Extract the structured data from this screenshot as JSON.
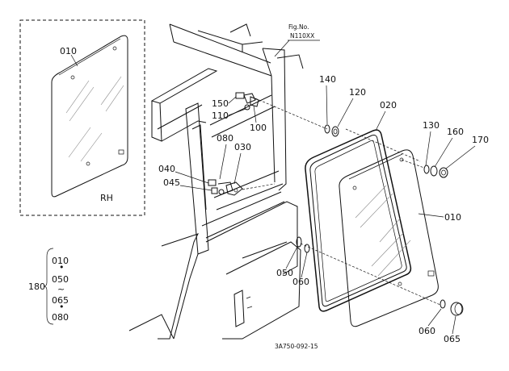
{
  "figure": {
    "fig_no_label": "Fig.No.",
    "fig_no": "N110XX",
    "drawing_code": "3A750-092-15",
    "inset_side_label": "RH",
    "inset_part": "010"
  },
  "callouts": {
    "p010_main": "010",
    "p020": "020",
    "p030": "030",
    "p040": "040",
    "p045": "045",
    "p050": "050",
    "p060_a": "060",
    "p060_b": "060",
    "p065": "065",
    "p080": "080",
    "p100": "100",
    "p110": "110",
    "p120": "120",
    "p130": "130",
    "p140": "140",
    "p150": "150",
    "p160": "160",
    "p170": "170"
  },
  "assembly": {
    "number": "180",
    "items": [
      "010",
      "050",
      "065",
      "080"
    ],
    "separator_dot": "•",
    "separator_tilde": "~"
  }
}
